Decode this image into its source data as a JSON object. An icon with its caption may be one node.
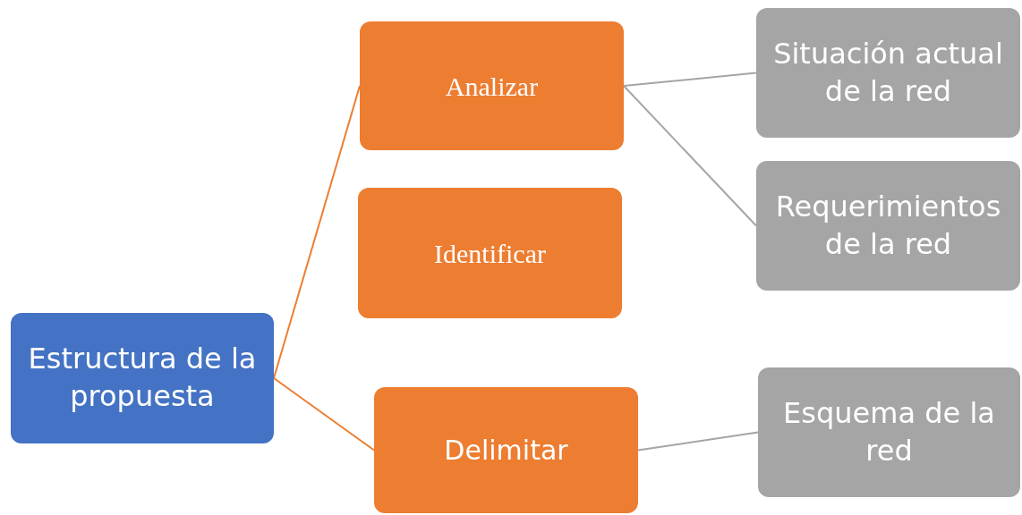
{
  "diagram": {
    "nodes": [
      {
        "text": [
          "Estructura de la propuesta"
        ]
      },
      {
        "text": [
          "Analizar"
        ]
      },
      {
        "text": [
          "Identificar"
        ]
      },
      {
        "text": [
          "Delimitar"
        ]
      },
      {
        "text": [
          "Situación actual de la red"
        ]
      },
      {
        "text": [
          "Requerimientos de la red"
        ]
      },
      {
        "text": [
          "Esquema de la red"
        ]
      }
    ],
    "edges": [
      {
        "from": 0,
        "to": 1,
        "arrow": "none",
        "color": "#ed7d31"
      },
      {
        "from": 0,
        "to": 3,
        "arrow": "none",
        "color": "#ed7d31"
      },
      {
        "from": 1,
        "to": 4,
        "arrow": "none"
      },
      {
        "from": 1,
        "to": 5,
        "arrow": "none"
      },
      {
        "from": 3,
        "to": 6,
        "arrow": "none"
      }
    ]
  }
}
